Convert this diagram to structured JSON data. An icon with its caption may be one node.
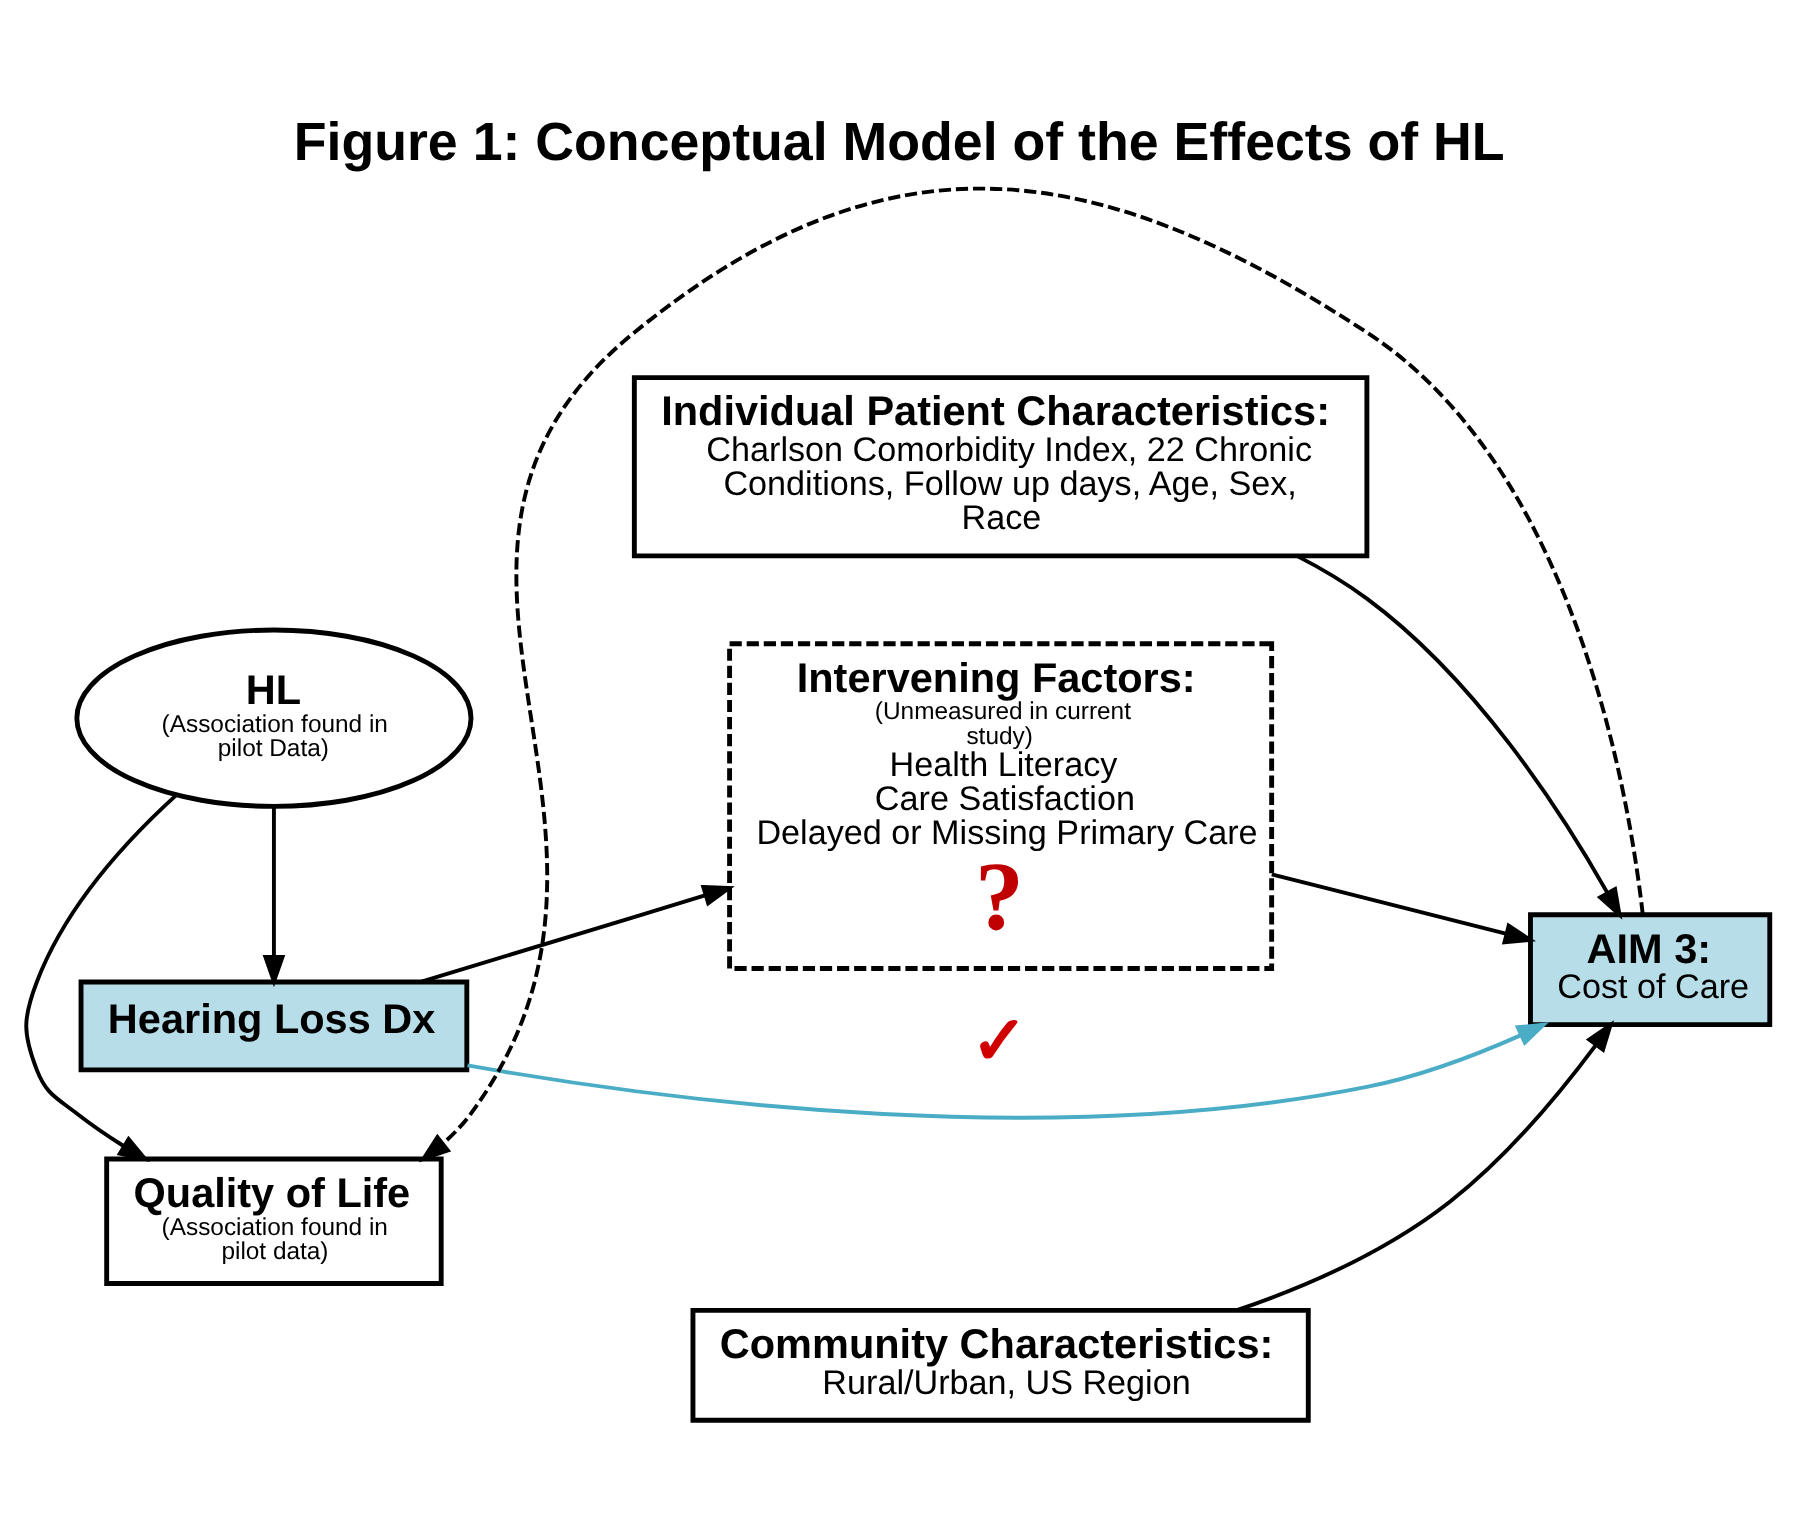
{
  "diagram": {
    "title": "Figure 1: Conceptual Model of the Effects of HL",
    "nodes": [
      {
        "text": [
          "Quality of Life",
          "(Association found in pilot data)"
        ]
      },
      {
        "text": [
          "Individual Patient Characteristics:",
          "Charlson Comorbidity Index, 22 Chronic Conditions, Follow up days, Age, Sex, Race"
        ]
      },
      {
        "text": [
          "HL",
          "(Association found in pilot Data)"
        ]
      },
      {
        "text": [
          "Intervening Factors:",
          "(Unmeasured in current study)",
          "Health Literacy",
          "Care Satisfaction",
          "Delayed or Missing Primary Care",
          "?"
        ]
      },
      {
        "text": [
          "Hearing Loss Dx"
        ]
      },
      {
        "text": [
          "AIM 3:",
          "Cost of Care"
        ]
      },
      {
        "text": [
          "Community Characteristics:",
          "Rural/Urban, US Region"
        ]
      }
    ],
    "edges": [
      {
        "from": 2,
        "to": 0,
        "arrow": "to"
      },
      {
        "from": 2,
        "to": 4,
        "arrow": "to"
      },
      {
        "from": 4,
        "to": 3,
        "arrow": "to"
      },
      {
        "from": 3,
        "to": 5,
        "arrow": "to"
      },
      {
        "from": 1,
        "to": 5,
        "arrow": "to"
      },
      {
        "from": 4,
        "to": 5,
        "arrow": "to",
        "label": "✓",
        "color": "#4bacc6"
      },
      {
        "from": 6,
        "to": 5,
        "arrow": "to"
      },
      {
        "from": 5,
        "to": 0,
        "arrow": "to",
        "style": "dashed"
      }
    ]
  }
}
